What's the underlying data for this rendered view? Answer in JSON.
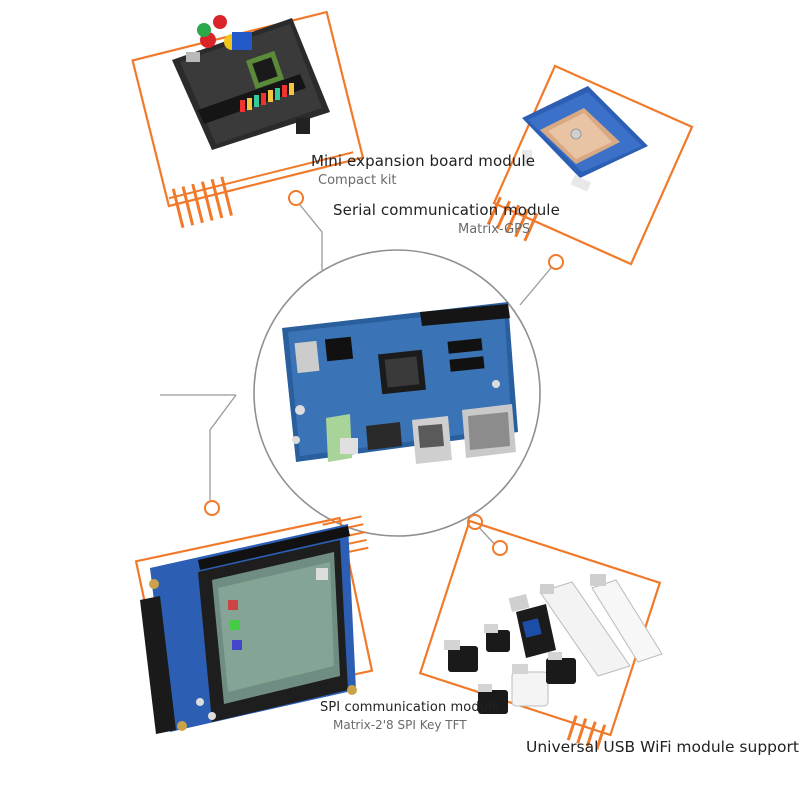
{
  "accent": "#F07A2A",
  "line_gray": "#8C8C8C",
  "modules": [
    {
      "title": "Mini expansion board module",
      "subtitle": "Compact kit"
    },
    {
      "title": "Serial communication module",
      "subtitle": "Matrix-GPS"
    },
    {
      "title": "SPI communication module",
      "subtitle": "Matrix-2'8 SPI Key TFT"
    },
    {
      "title": "Universal USB WiFi module support",
      "subtitle": ""
    }
  ]
}
